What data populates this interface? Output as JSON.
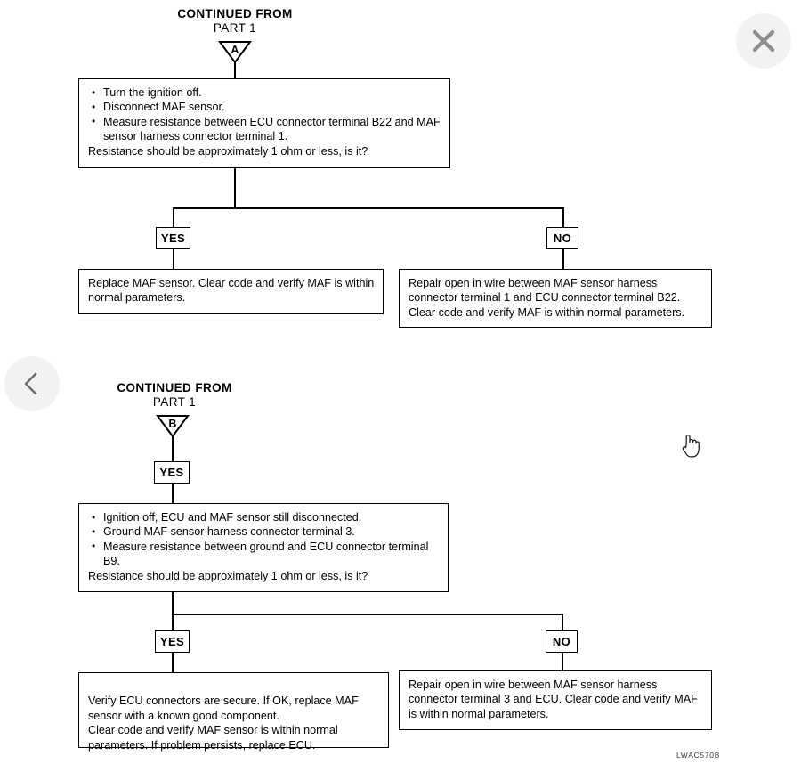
{
  "overlay": {
    "close_label": "Close",
    "close_icon": "close-icon",
    "prev_label": "Previous",
    "prev_icon": "chevron-left-icon",
    "cursor_icon": "pointer-hand-cursor"
  },
  "document": {
    "plate_code": "LWAC570B"
  },
  "sections": [
    {
      "id": "part-a",
      "header_line1": "CONTINUED FROM",
      "header_line2": "PART 1",
      "connector_letter": "A",
      "question": {
        "bullets": [
          "Turn the ignition off.",
          "Disconnect MAF sensor.",
          "Measure resistance between ECU connector terminal B22 and MAF sensor harness connector terminal 1."
        ],
        "tail": "Resistance should be approximately 1 ohm or less,  is it?"
      },
      "branches": [
        {
          "label": "YES",
          "result": "Replace MAF sensor. Clear code and verify MAF is within normal parameters."
        },
        {
          "label": "NO",
          "result": "Repair open in wire between MAF sensor harness connector terminal 1 and ECU connector terminal B22. Clear code and verify MAF is within normal parameters."
        }
      ]
    },
    {
      "id": "part-b",
      "header_line1": "CONTINUED FROM",
      "header_line2": "PART 1",
      "connector_letter": "B",
      "entry_label": "YES",
      "question": {
        "bullets": [
          "Ignition off, ECU and MAF sensor still disconnected.",
          "Ground MAF sensor harness connector terminal 3.",
          "Measure resistance between ground and ECU connector terminal B9."
        ],
        "tail": "Resistance should be approximately 1 ohm or less, is it?"
      },
      "branches": [
        {
          "label": "YES",
          "result": "Verify ECU connectors are secure. If OK, replace MAF sensor with a known good component.\nClear code and verify MAF sensor is within normal parameters. If problem persists, replace ECU."
        },
        {
          "label": "NO",
          "result": "Repair open in wire between MAF sensor harness connector terminal 3 and ECU. Clear code and verify MAF is within normal parameters."
        }
      ]
    }
  ]
}
